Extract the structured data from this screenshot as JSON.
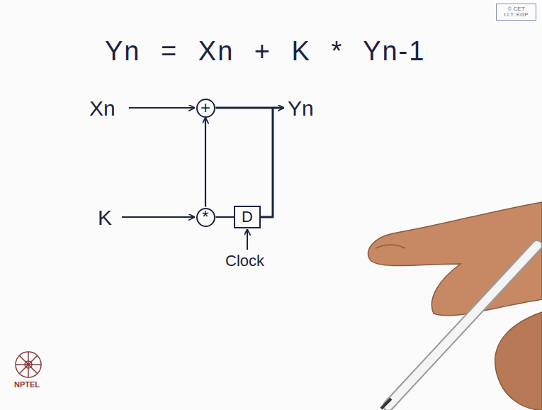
{
  "diagram": {
    "nodes": [
      {
        "text": [
          "© CET",
          "I.I.T. KGP"
        ]
      },
      {
        "text": [
          "+"
        ]
      },
      {
        "text": [
          "*"
        ]
      },
      {
        "text": [
          "D"
        ]
      }
    ],
    "edges": [
      {
        "from": 2,
        "to": 1,
        "arrow": "to"
      },
      {
        "from": 1,
        "to": 3,
        "arrow": "none"
      },
      {
        "from": 3,
        "to": 2,
        "arrow": "none"
      }
    ],
    "labels": [
      "Yn = Xn + K * Yn-1",
      "Xn",
      "Yn",
      "K",
      "Clock",
      "NPTEL"
    ]
  }
}
